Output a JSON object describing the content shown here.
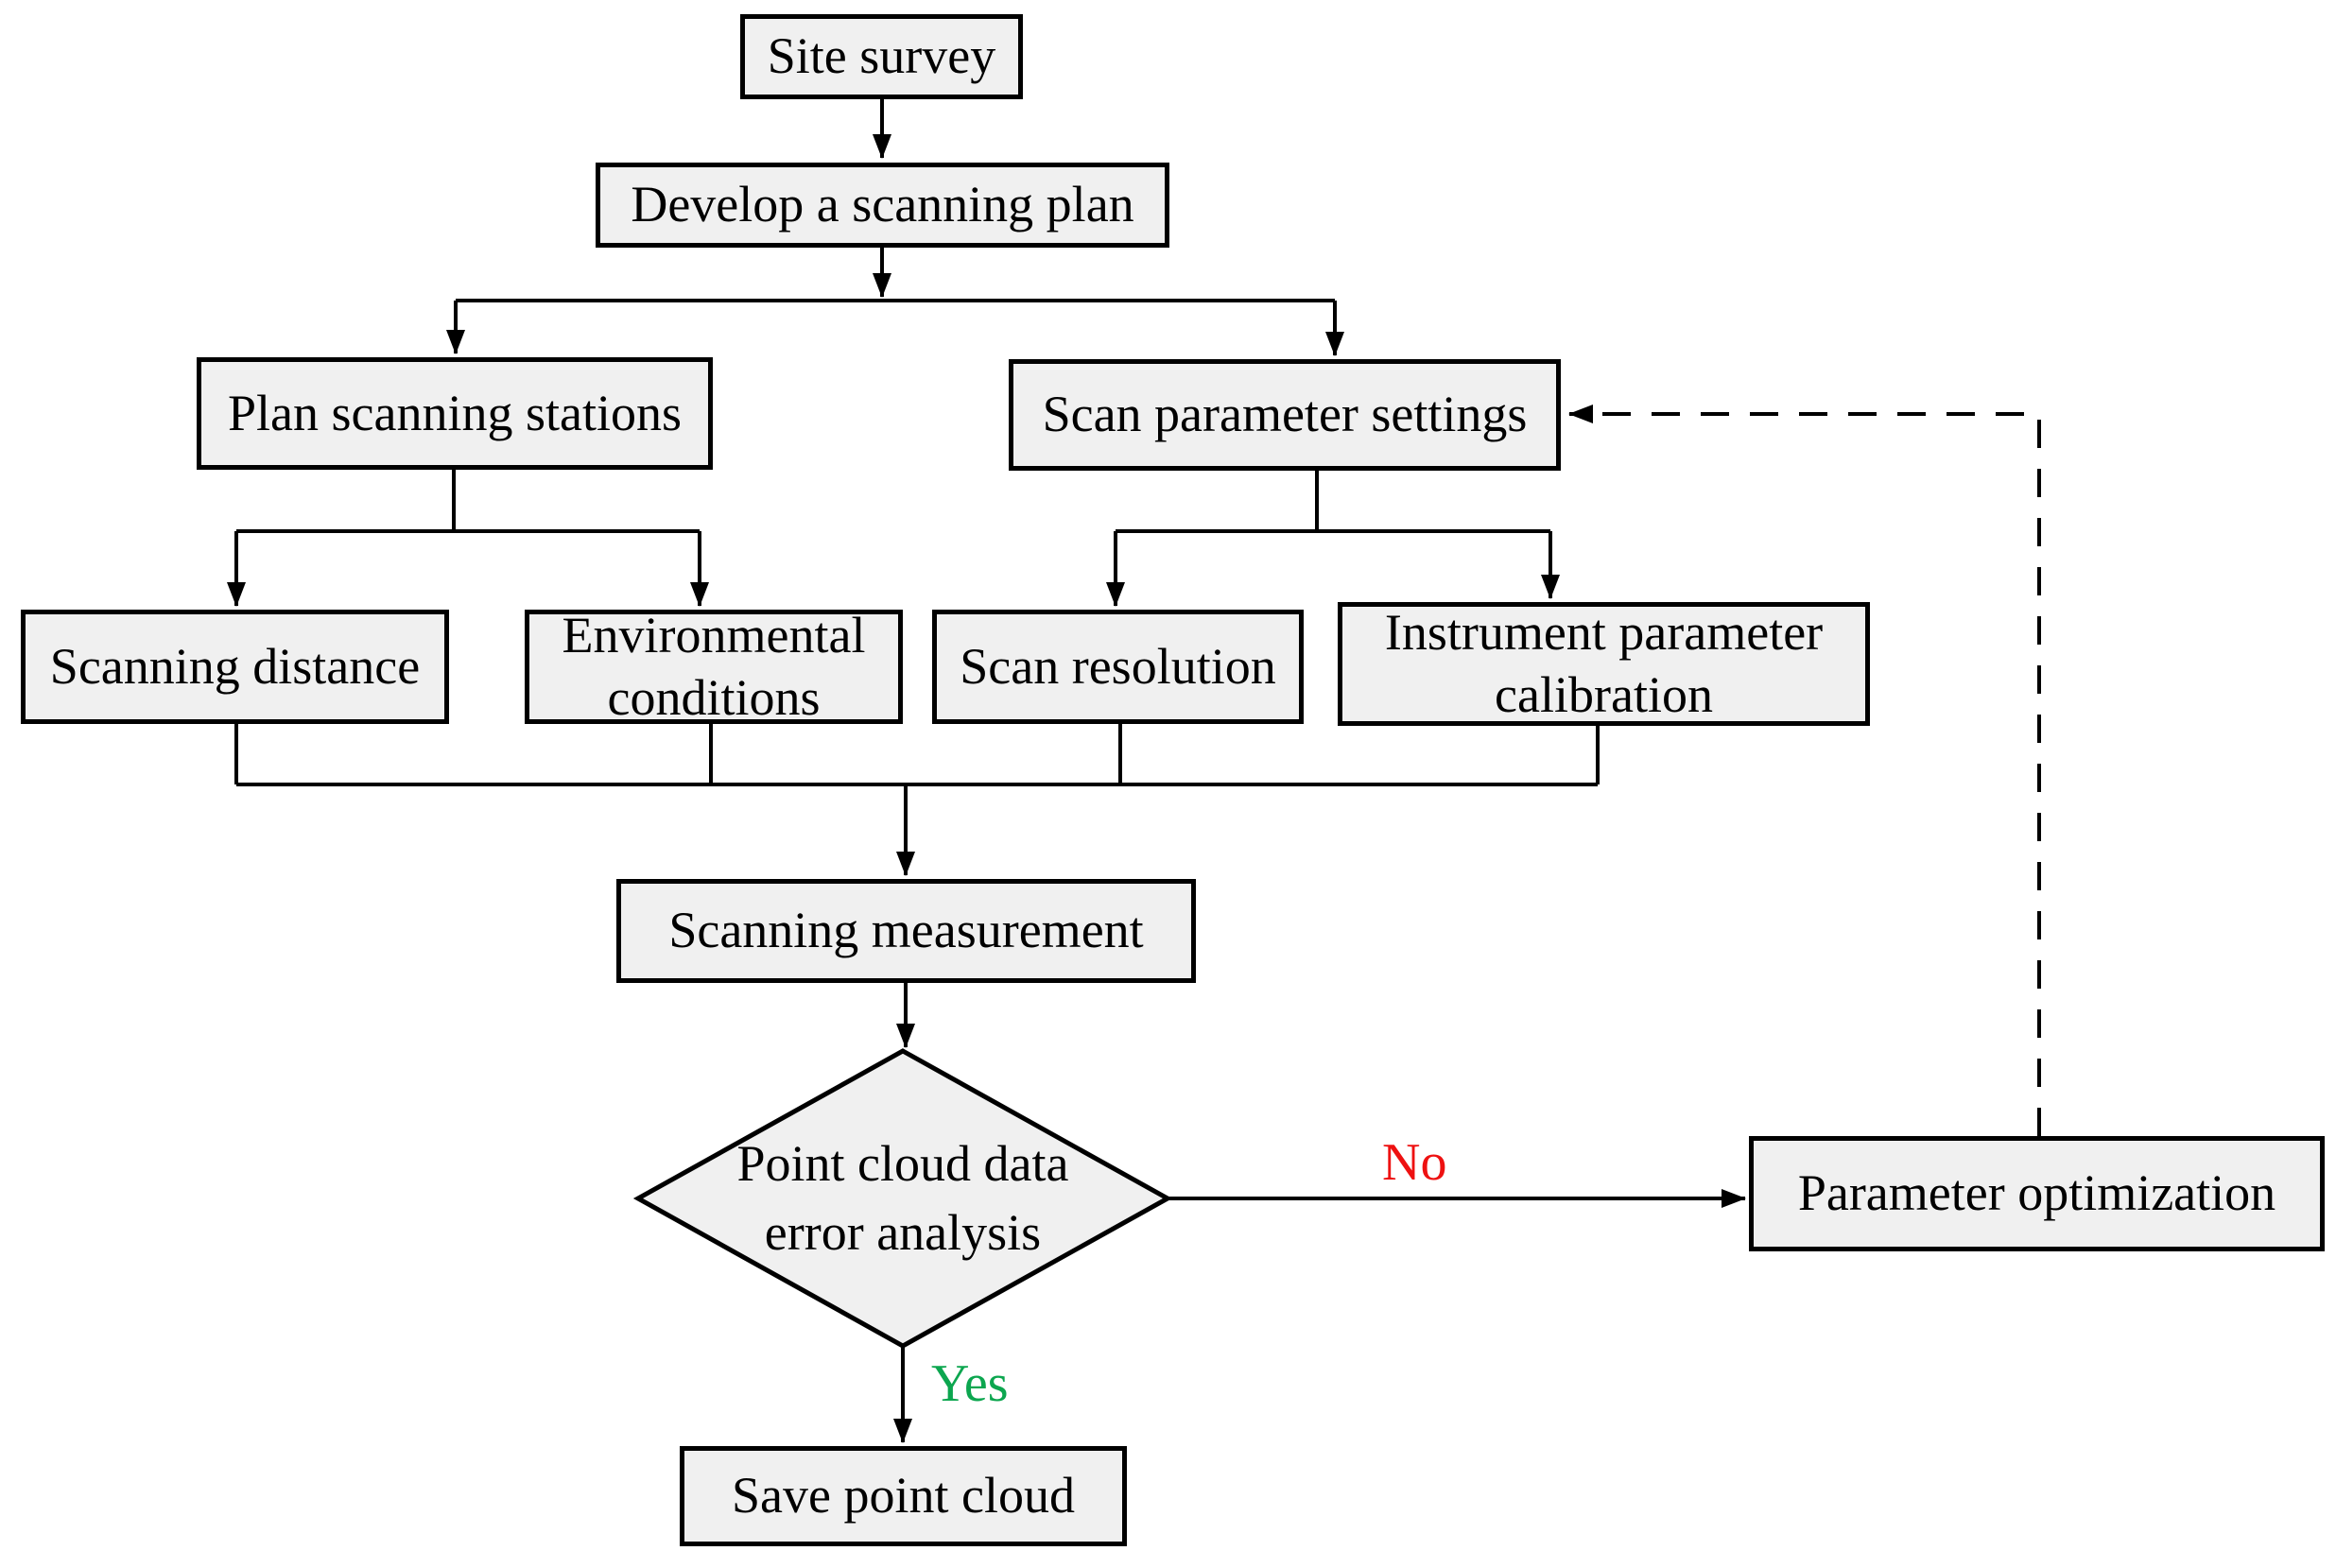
{
  "diagram": {
    "type": "flowchart",
    "nodes": {
      "site_survey": {
        "label": "Site survey",
        "shape": "rect"
      },
      "develop_plan": {
        "label": "Develop a scanning plan",
        "shape": "rect"
      },
      "plan_stations": {
        "label": "Plan scanning stations",
        "shape": "rect"
      },
      "scan_params": {
        "label": "Scan parameter settings",
        "shape": "rect"
      },
      "scanning_distance": {
        "label": "Scanning distance",
        "shape": "rect"
      },
      "env_conditions": {
        "label": "Environmental conditions",
        "shape": "rect"
      },
      "scan_resolution": {
        "label": "Scan resolution",
        "shape": "rect"
      },
      "instrument_calibration": {
        "label": "Instrument parameter calibration",
        "shape": "rect"
      },
      "scanning_measurement": {
        "label": "Scanning measurement",
        "shape": "rect"
      },
      "error_analysis": {
        "label": "Point cloud data error analysis",
        "shape": "diamond",
        "lines": [
          "Point cloud data",
          "error analysis"
        ]
      },
      "parameter_optimization": {
        "label": "Parameter optimization",
        "shape": "rect"
      },
      "save_point_cloud": {
        "label": "Save point cloud",
        "shape": "rect"
      }
    },
    "edge_labels": {
      "no": "No",
      "yes": "Yes"
    },
    "edges": [
      "site_survey -> develop_plan",
      "develop_plan -> plan_stations",
      "develop_plan -> scan_params",
      "plan_stations -> scanning_distance",
      "plan_stations -> env_conditions",
      "scan_params -> scan_resolution",
      "scan_params -> instrument_calibration",
      "scanning_distance + env_conditions + scan_resolution + instrument_calibration -> scanning_measurement",
      "scanning_measurement -> error_analysis",
      "error_analysis -No-> parameter_optimization",
      "error_analysis -Yes-> save_point_cloud",
      "parameter_optimization -dashed-> scan_params"
    ],
    "colors": {
      "node_fill": "#f0f0f0",
      "node_border": "#000000",
      "line": "#000000",
      "no_label": "#ee1111",
      "yes_label": "#0ca64f",
      "background": "#ffffff"
    }
  }
}
